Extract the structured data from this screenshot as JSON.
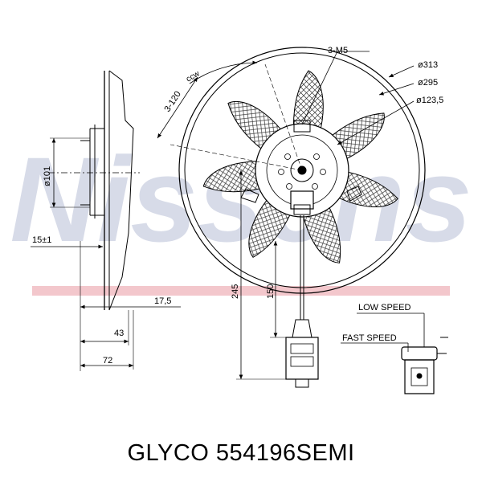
{
  "watermark": {
    "text": "Nissens"
  },
  "caption": "GLYCO 554196SEMI",
  "dimensions": {
    "bolts": "3-M5",
    "d313": "ø313",
    "d295": "ø295",
    "d1235": "ø123,5",
    "d101": "ø101",
    "angle": "3-120",
    "rotation": "ccw",
    "d15": "15±1",
    "d175": "17,5",
    "d43": "43",
    "d72": "72",
    "d245": "245",
    "d150": "150"
  },
  "labels": {
    "low_speed": "LOW SPEED",
    "fast_speed": "FAST SPEED"
  }
}
